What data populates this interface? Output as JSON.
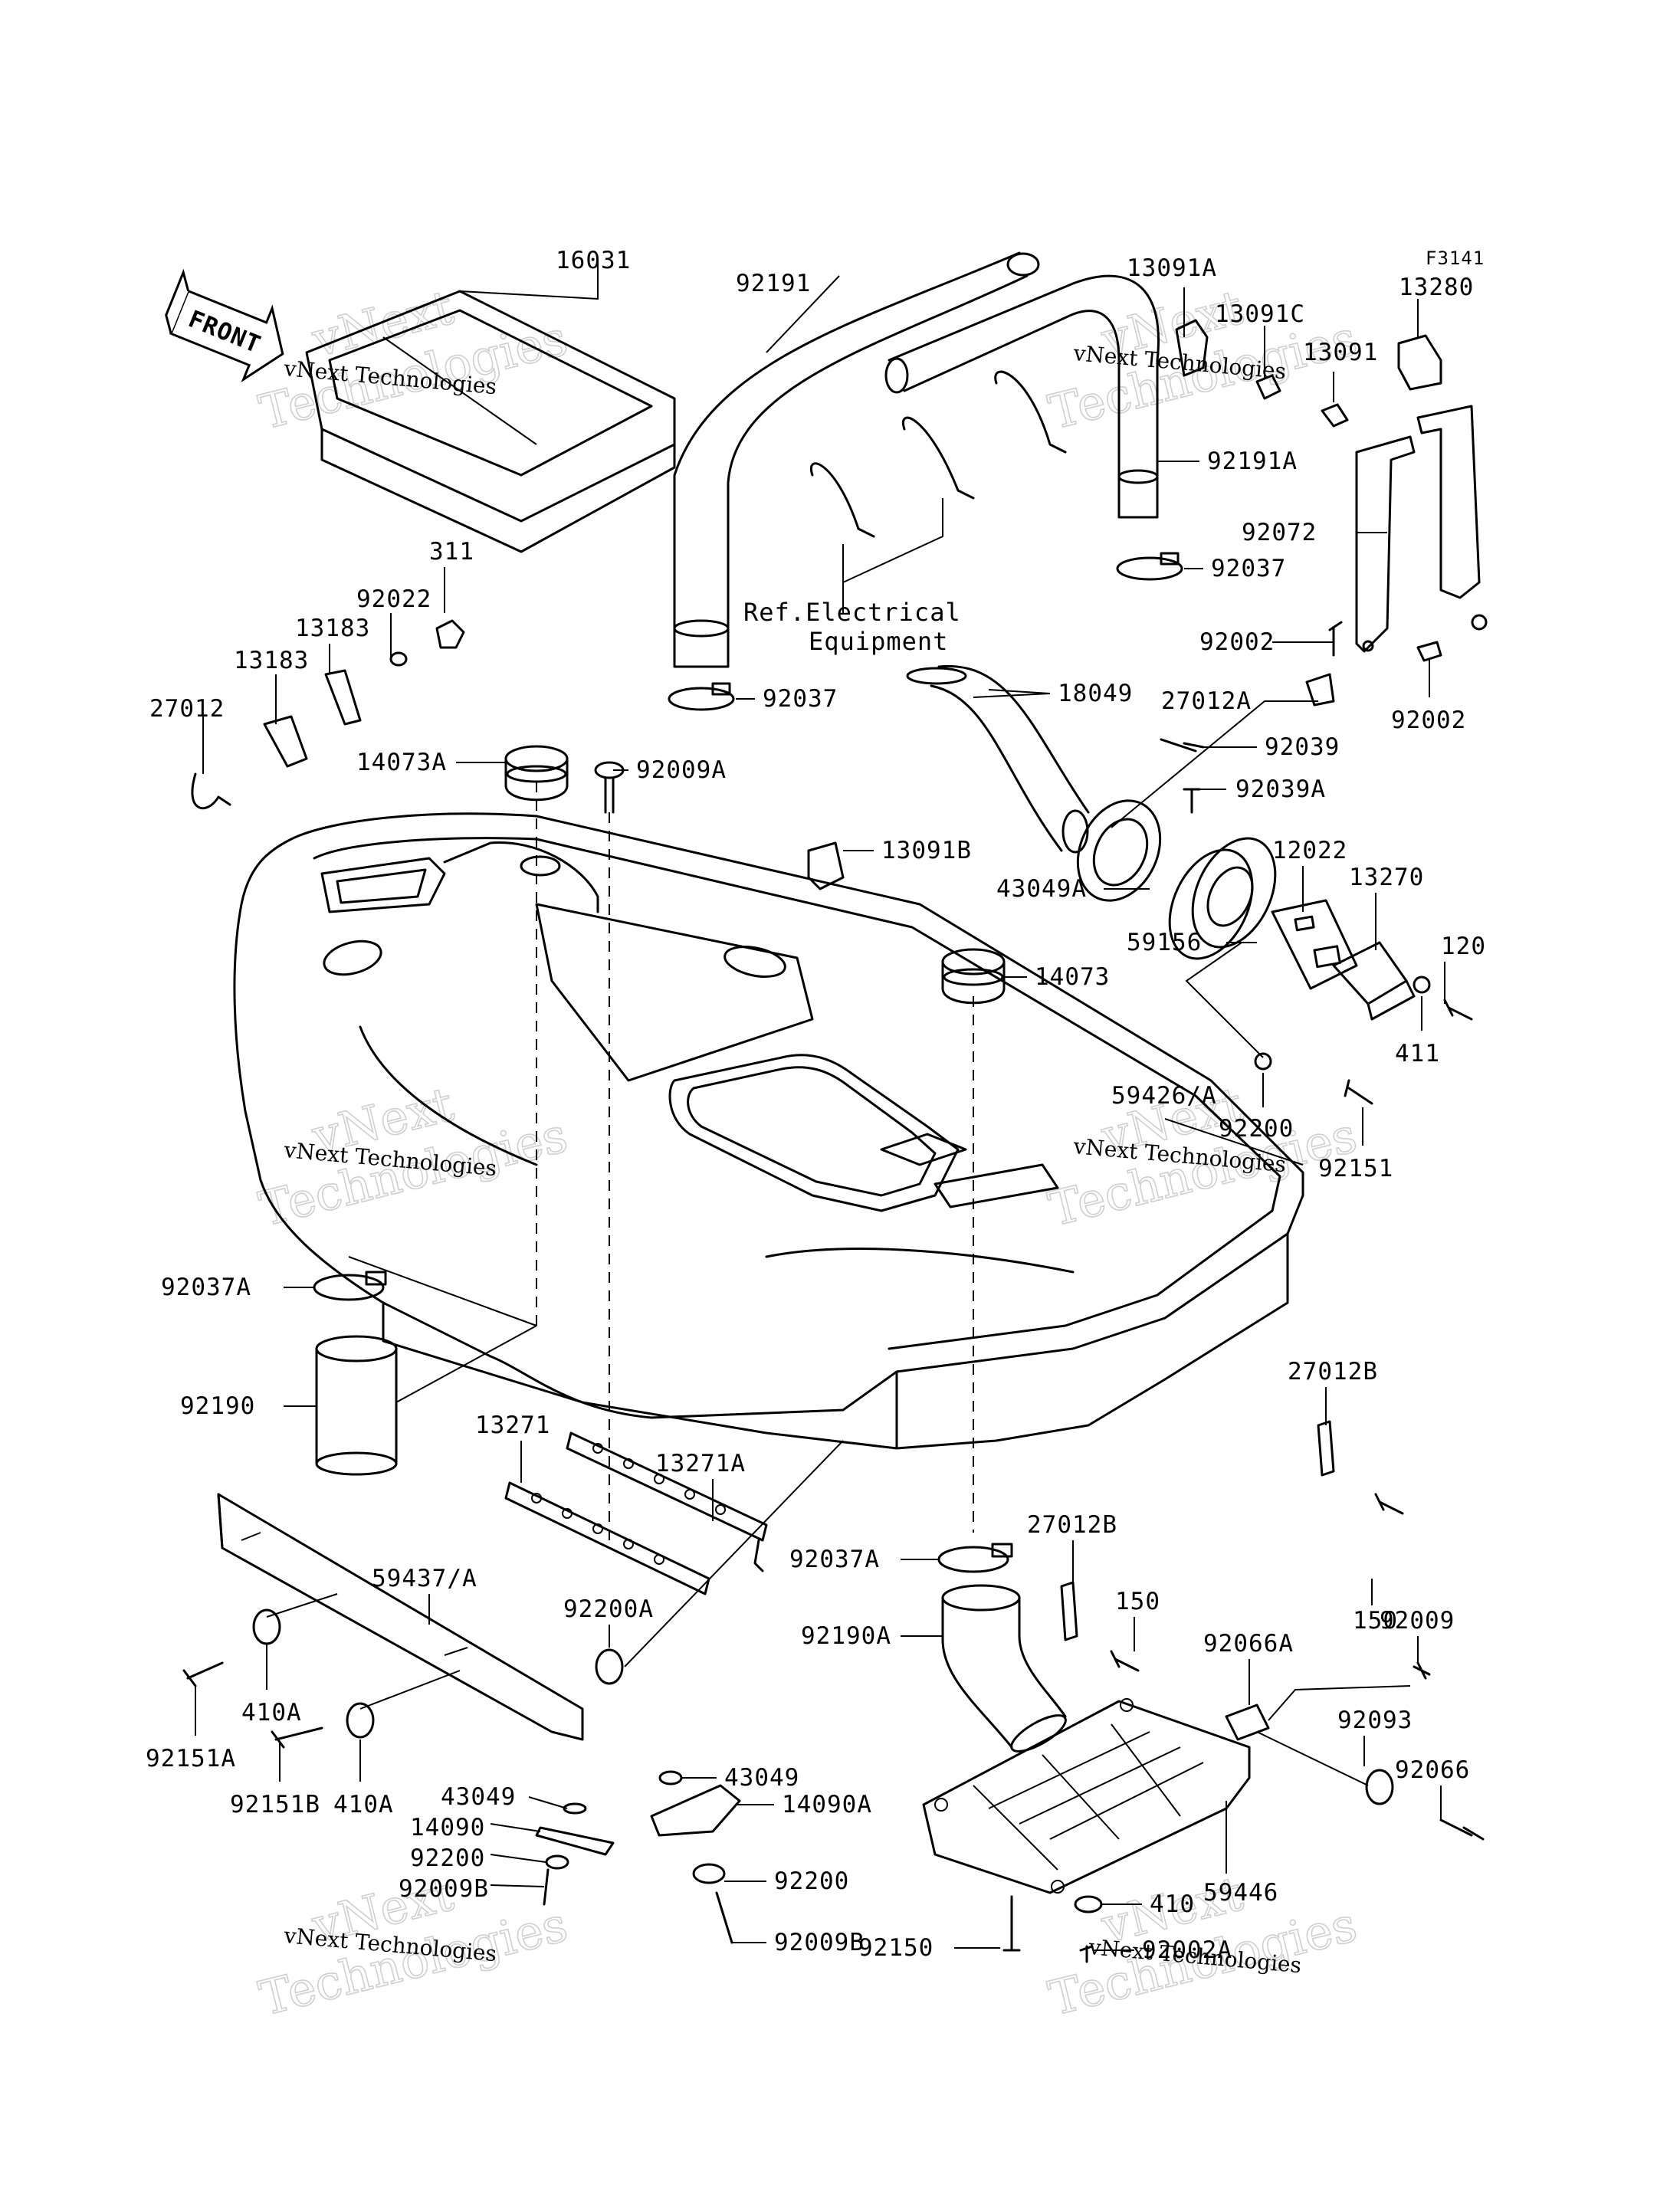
{
  "figure_code": "F3141",
  "front_arrow_label": "FRONT",
  "reference_note": [
    "Ref.Electrical",
    "Equipment"
  ],
  "watermark": {
    "small_text": "vNext Technologies",
    "big_line1": "vNext",
    "big_line2": "Technologies"
  },
  "part_labels": [
    "16031",
    "92191",
    "13091A",
    "13091C",
    "13091",
    "13280",
    "92191A",
    "92072",
    "92037",
    "311",
    "92022",
    "13183",
    "13183",
    "27012",
    "92037",
    "18049",
    "92002",
    "92002",
    "27012A",
    "92039",
    "14073A",
    "92009A",
    "92039A",
    "13091B",
    "12022",
    "13270",
    "43049A",
    "120",
    "59156",
    "14073",
    "411",
    "59426/A",
    "92200",
    "92151",
    "92037A",
    "27012B",
    "92190",
    "13271",
    "13271A",
    "59437/A",
    "27012B",
    "92037A",
    "150",
    "150",
    "92200A",
    "92009",
    "92190A",
    "92066A",
    "92093",
    "410A",
    "92151A",
    "92066",
    "410A",
    "43049",
    "43049",
    "14090A",
    "92151B",
    "14090",
    "59446",
    "92200",
    "92200",
    "92009B",
    "92009B",
    "410",
    "92150",
    "92002A"
  ]
}
